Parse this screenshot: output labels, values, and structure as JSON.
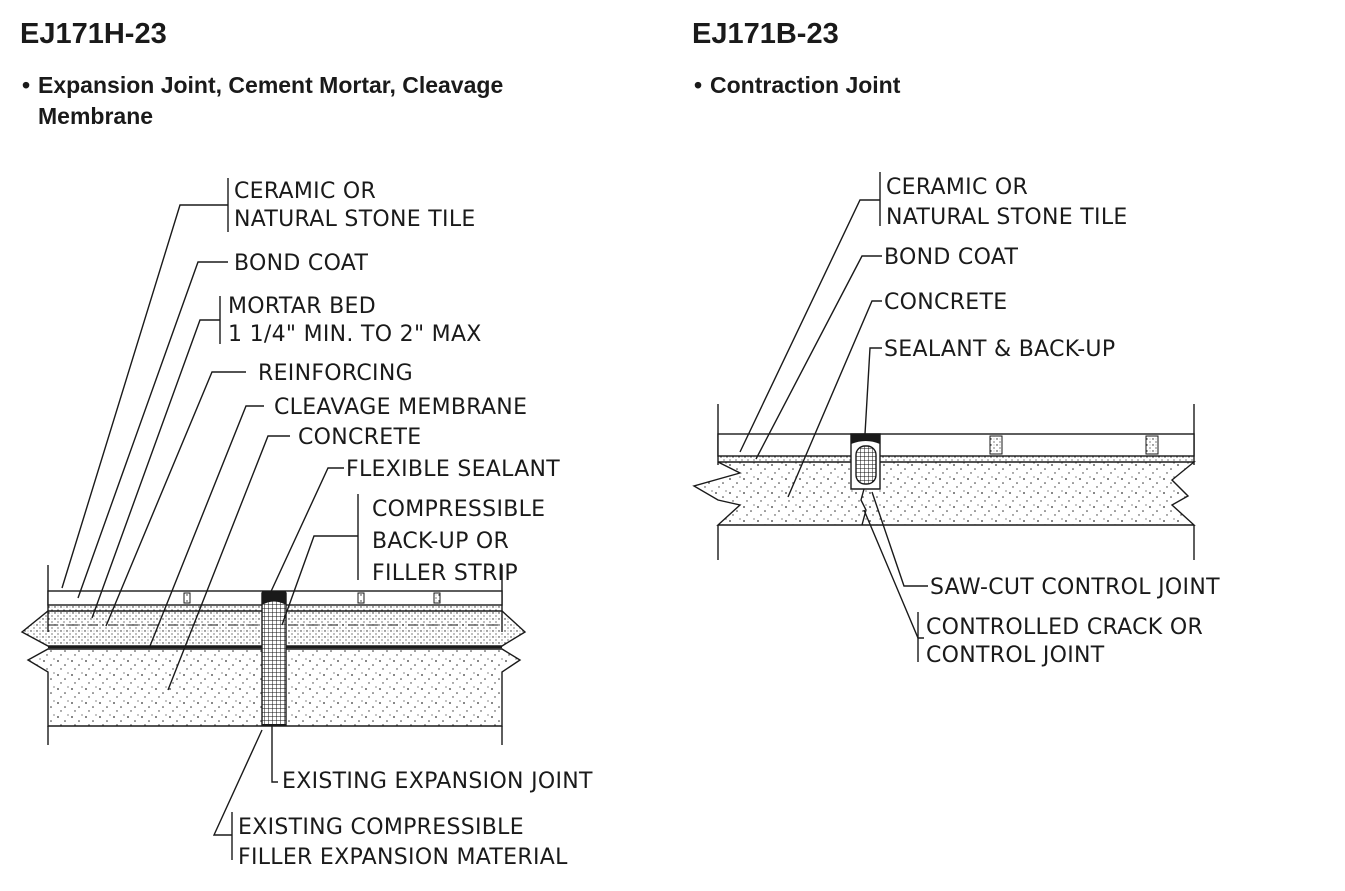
{
  "left": {
    "title": "EJ171H-23",
    "bullet": "•",
    "subtitle_line1": "Expansion Joint, Cement Mortar, Cleavage",
    "subtitle_line2": "Membrane",
    "labels": {
      "tile_1": "CERAMIC OR",
      "tile_2": "NATURAL STONE TILE",
      "bond_coat": "BOND COAT",
      "mortar_1": "MORTAR BED",
      "mortar_2": "1 1/4\" MIN. TO 2\" MAX",
      "reinforcing": "REINFORCING",
      "cleavage": "CLEAVAGE MEMBRANE",
      "concrete": "CONCRETE",
      "flexible_sealant": "FLEXIBLE SEALANT",
      "backup_1": "COMPRESSIBLE",
      "backup_2": "BACK-UP OR",
      "backup_3": "FILLER STRIP",
      "existing_joint": "EXISTING EXPANSION JOINT",
      "filler_1": "EXISTING COMPRESSIBLE",
      "filler_2": "FILLER EXPANSION MATERIAL"
    }
  },
  "right": {
    "title": "EJ171B-23",
    "bullet": "•",
    "subtitle_line1": "Contraction Joint",
    "labels": {
      "tile_1": "CERAMIC OR",
      "tile_2": "NATURAL STONE TILE",
      "bond_coat": "BOND COAT",
      "concrete": "CONCRETE",
      "sealant": "SEALANT & BACK-UP",
      "sawcut": "SAW-CUT CONTROL JOINT",
      "crack_1": "CONTROLLED CRACK OR",
      "crack_2": "CONTROL JOINT"
    }
  }
}
